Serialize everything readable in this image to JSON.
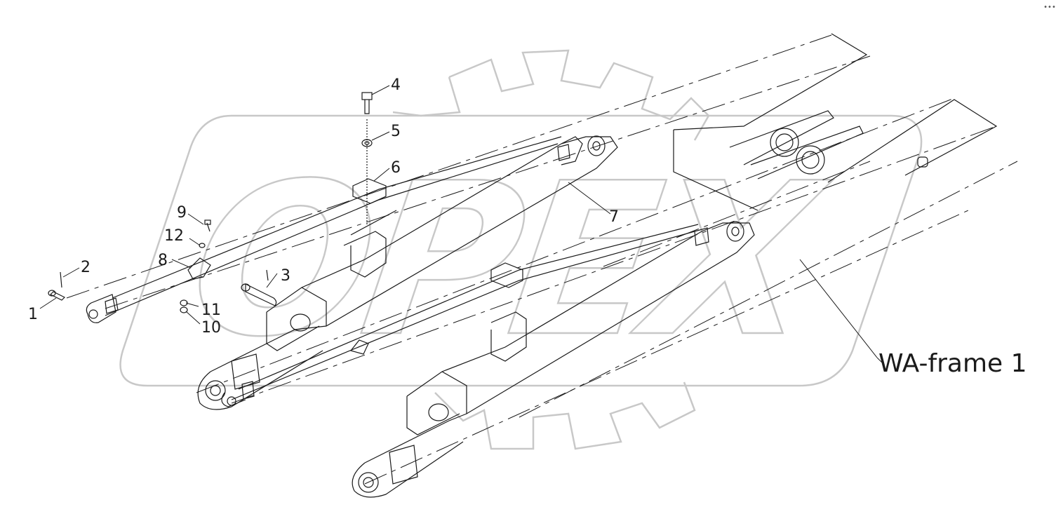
{
  "watermark": {
    "text": "OPEX"
  },
  "callouts": [
    {
      "id": "1",
      "text": "1"
    },
    {
      "id": "2",
      "text": "2"
    },
    {
      "id": "3",
      "text": "3"
    },
    {
      "id": "4",
      "text": "4"
    },
    {
      "id": "5",
      "text": "5"
    },
    {
      "id": "6",
      "text": "6"
    },
    {
      "id": "7",
      "text": "7"
    },
    {
      "id": "8",
      "text": "8"
    },
    {
      "id": "9",
      "text": "9"
    },
    {
      "id": "10",
      "text": "10"
    },
    {
      "id": "11",
      "text": "11"
    },
    {
      "id": "12",
      "text": "12"
    }
  ],
  "caption": "WA-frame 1",
  "menu_icon": "more-dots-icon"
}
